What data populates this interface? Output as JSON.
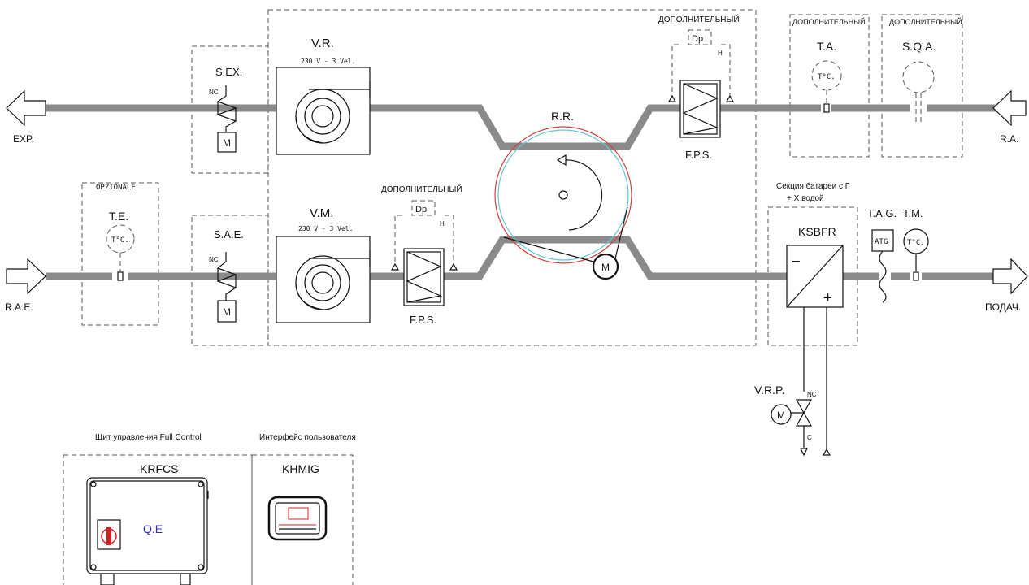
{
  "labels": {
    "exp": "EXP.",
    "ra": "R.A.",
    "rae": "R.A.E.",
    "supply": "ПОДАЧ.",
    "sex": "S.EX.",
    "sae": "S.A.E.",
    "nc": "NC",
    "c": "C",
    "m": "M",
    "vr": "V.R.",
    "vr_spec": "230 V - 3 Vel.",
    "vm": "V.M.",
    "vm_spec": "230 V - 3 Vel.",
    "rr": "R.R.",
    "fps": "F.P.S.",
    "dp": "Dp",
    "h": "H",
    "optional_ru": "ДОПОЛНИТЕЛЬНЫЙ",
    "optional_it": "OPZIONALE",
    "te": "T.E.",
    "ta": "T.A.",
    "sqa": "S.Q.A.",
    "temp_symbol": "T°C.",
    "tag": "T.A.G.",
    "tm": "T.M.",
    "atg": "ATG",
    "coil_section_line1": "Секция батареи с Г",
    "coil_section_line2": "+ Х водой",
    "ksbfr": "KSBFR",
    "minus": "−",
    "plus": "+",
    "vrp": "V.R.P.",
    "control_panel": "Щит управления Full Control",
    "user_interface": "Интерфейс пользователя",
    "krfcs": "KRFCS",
    "khmig": "KHMIG",
    "qe": "Q.E"
  },
  "colors": {
    "duct": "#8a8a8a",
    "wheel_outer": "#d04040",
    "wheel_inner": "#5ec8d8",
    "qe_text": "#2a2ad0",
    "switch_red": "#d02020"
  }
}
